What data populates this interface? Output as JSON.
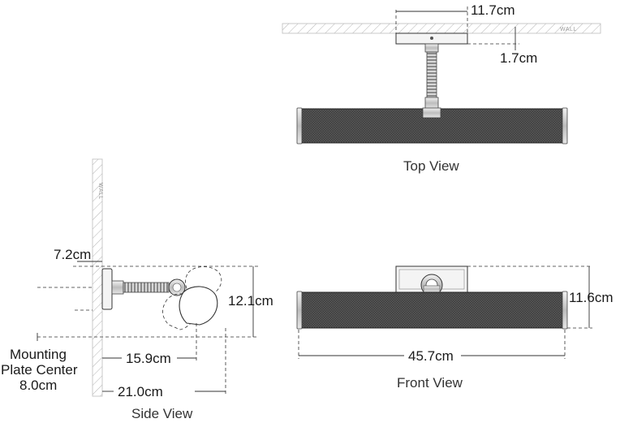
{
  "wall_label": "WALL",
  "top_view": {
    "caption": "Top View",
    "plate_width": "11.7cm",
    "plate_depth": "1.7cm"
  },
  "front_view": {
    "caption": "Front View",
    "height": "11.6cm",
    "width": "45.7cm"
  },
  "side_view": {
    "caption": "Side View",
    "plate_offset": "7.2cm",
    "height": "12.1cm",
    "arm_reach": "15.9cm",
    "total_depth": "21.0cm",
    "mounting_label_line1": "Mounting",
    "mounting_label_line2": "Plate Center",
    "mounting_value": "8.0cm"
  },
  "colors": {
    "shade": "#4a4a4a",
    "line": "#333333",
    "hatch": "#b5b5b5"
  }
}
